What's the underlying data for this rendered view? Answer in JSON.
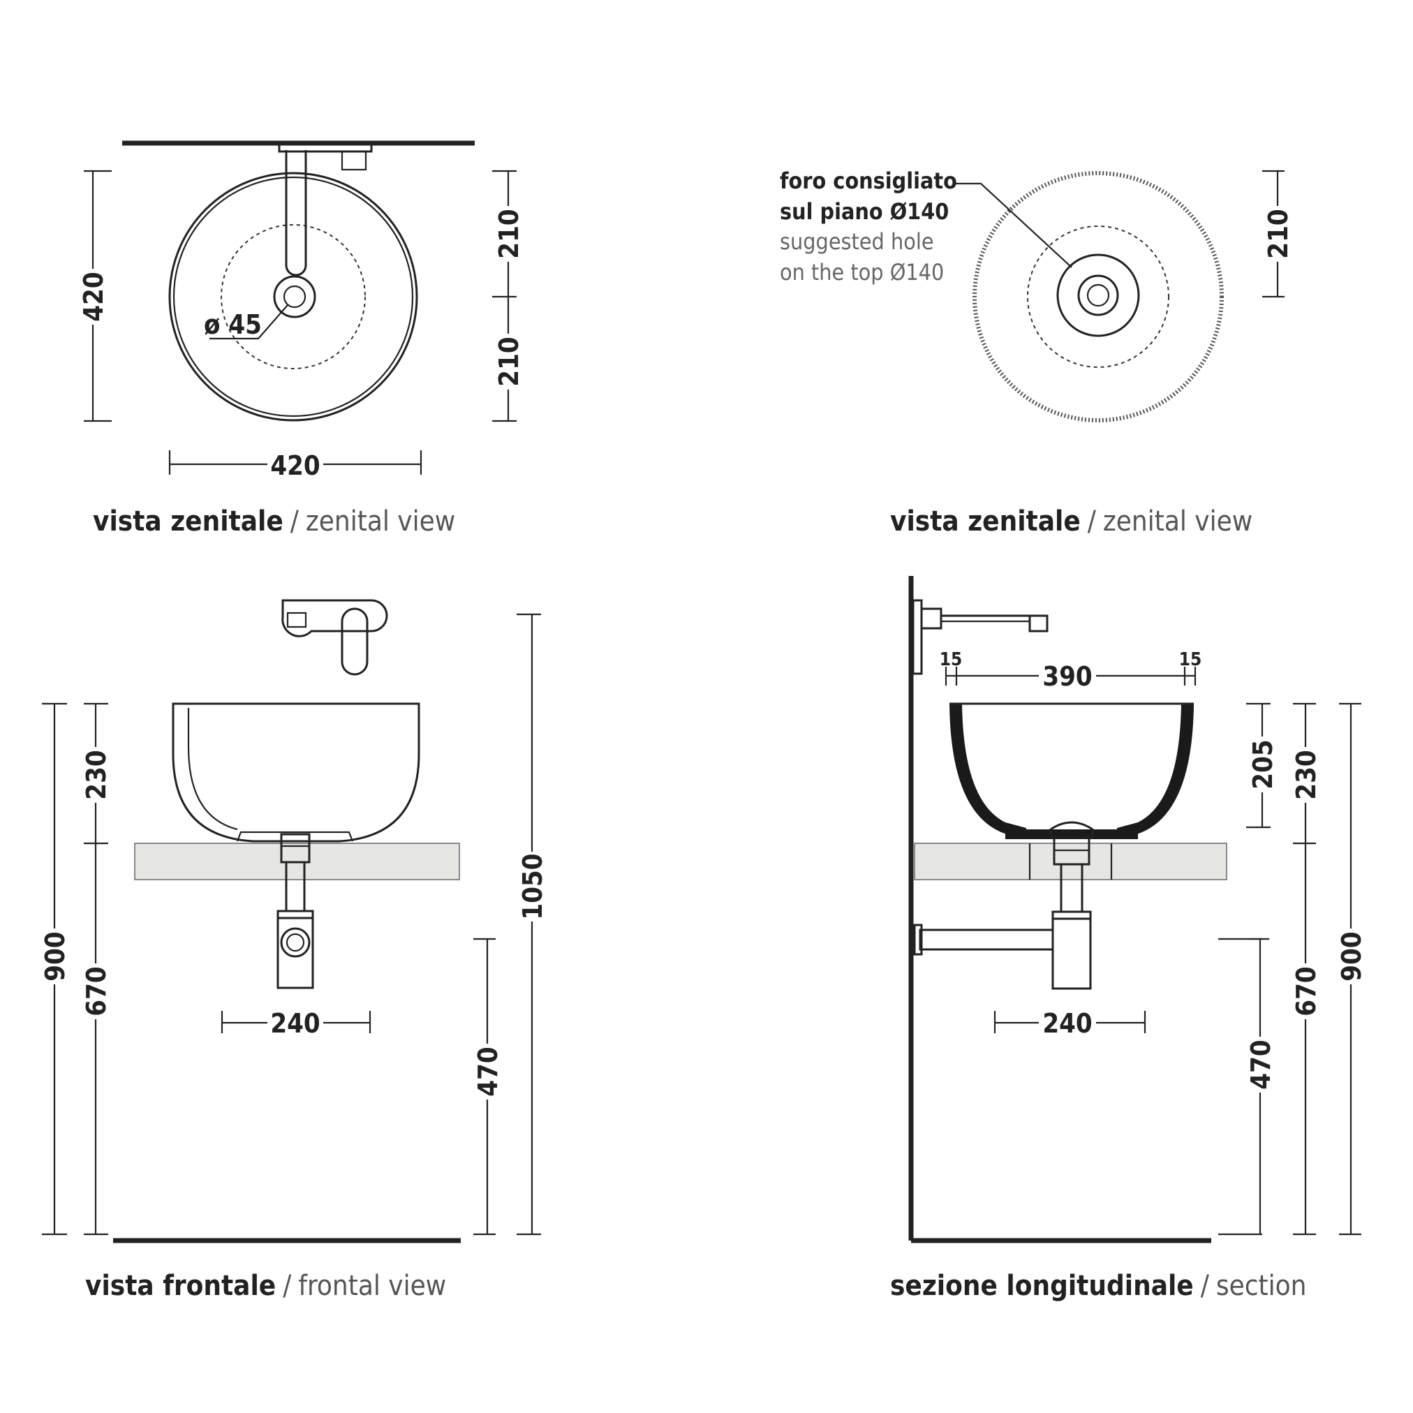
{
  "views": {
    "top_left": {
      "caption_bold": "vista zenitale",
      "caption_sep": "/",
      "caption_light": "zenital view",
      "dims": {
        "height_left": "420",
        "upper_right": "210",
        "lower_right": "210",
        "width_bottom": "420",
        "drain": "ø 45"
      }
    },
    "top_right": {
      "caption_bold": "vista zenitale",
      "caption_sep": "/",
      "caption_light": "zenital view",
      "note": {
        "line1": "foro consigliato",
        "line2": "sul piano Ø140",
        "line3": "suggested hole",
        "line4": "on the top Ø140"
      },
      "dims": {
        "radius_right": "210"
      }
    },
    "bottom_left": {
      "caption_bold": "vista frontale",
      "caption_sep": "/",
      "caption_light": "frontal view",
      "dims": {
        "total_left": "900",
        "bowl_height": "230",
        "shelf_height": "670",
        "tap_height": "1050",
        "waste_height": "470",
        "waste_width": "240"
      }
    },
    "bottom_right": {
      "caption_bold": "sezione longitudinale",
      "caption_sep": "/",
      "caption_light": "section",
      "dims": {
        "rim_left": "15",
        "inner_width": "390",
        "rim_right": "15",
        "inner_depth": "205",
        "bowl_height": "230",
        "shelf_height": "670",
        "total_right": "900",
        "waste_height": "470",
        "waste_width": "240"
      }
    }
  },
  "colors": {
    "line": "#222222",
    "shelf": "#e6e6e3",
    "caption_light": "#555555"
  }
}
